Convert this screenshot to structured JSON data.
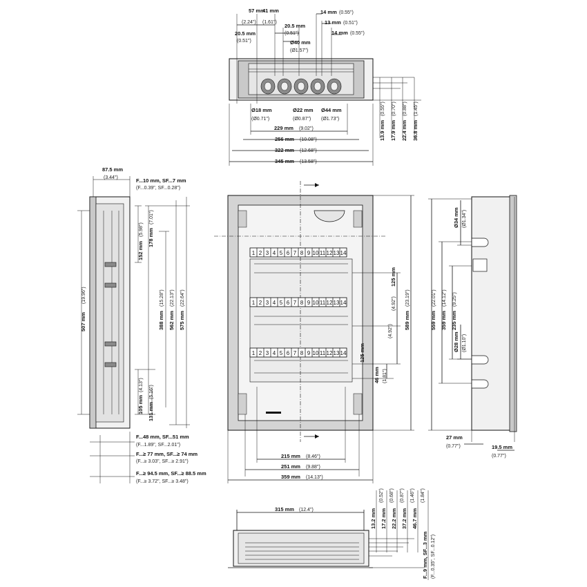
{
  "top_view": {
    "dims": [
      {
        "mm": "57 mm",
        "inch": "(2.24\")"
      },
      {
        "mm": "41 mm",
        "inch": "(1.61\")"
      },
      {
        "mm": "20.5 mm",
        "inch": "(0.51\")"
      },
      {
        "mm": "20.5 mm",
        "inch": "(0.51\")"
      },
      {
        "mm": "14 mm",
        "inch": "(0.55\")"
      },
      {
        "mm": "13 mm",
        "inch": "(0.51\")"
      },
      {
        "mm": "14 mm",
        "inch": "(0.55\")"
      },
      {
        "mm": "Ø40 mm",
        "inch": "(Ø1.57\")"
      },
      {
        "mm": "Ø18 mm",
        "inch": "(Ø0.71\")"
      },
      {
        "mm": "Ø22 mm",
        "inch": "(Ø0.87\")"
      },
      {
        "mm": "Ø44 mm",
        "inch": "(Ø1.73\")"
      },
      {
        "mm": "229 mm",
        "inch": "(9.02\")"
      },
      {
        "mm": "256 mm",
        "inch": "(10.08\")"
      },
      {
        "mm": "322 mm",
        "inch": "(12.68\")"
      },
      {
        "mm": "345 mm",
        "inch": "(13.58\")"
      }
    ],
    "depths": [
      {
        "mm": "13.9 mm",
        "inch": "(0.55\")"
      },
      {
        "mm": "17.9 mm",
        "inch": "(0.70\")"
      },
      {
        "mm": "22.4 mm",
        "inch": "(0.88\")"
      },
      {
        "mm": "36.8 mm",
        "inch": "(1.45\")"
      }
    ]
  },
  "side_view": {
    "top_dims": [
      {
        "mm": "87.5 mm",
        "inch": "(3.44\")"
      },
      {
        "mm": "F...10 mm, SF...7 mm",
        "inch": "(F...0.39\", SF...0.28\")"
      }
    ],
    "vertical": [
      {
        "mm": "507 mm",
        "inch": "(19.96\")"
      },
      {
        "mm": "152 mm",
        "inch": "(5.98\")"
      },
      {
        "mm": "178 mm",
        "inch": "(7.01\")"
      },
      {
        "mm": "388 mm",
        "inch": "(15.28\")"
      },
      {
        "mm": "562 mm",
        "inch": "(22.13\")"
      },
      {
        "mm": "575 mm",
        "inch": "(22.64\")"
      },
      {
        "mm": "105 mm",
        "inch": "(4.13\")"
      },
      {
        "mm": "131 mm",
        "inch": "(5.16\")"
      }
    ],
    "bottom_dims": [
      {
        "mm": "F...48 mm, SF...51 mm",
        "inch": "(F...1.89\", SF...2.01\")"
      },
      {
        "mm": "F...≥ 77 mm, SF...≥ 74 mm",
        "inch": "(F...≥ 3.03\", SF...≥ 2.91\")"
      },
      {
        "mm": "F...≥ 94.5 mm, SF...≥ 88.5 mm",
        "inch": "(F...≥ 3.72\", SF...≥ 3.48\")"
      }
    ]
  },
  "front_view": {
    "terminals": [
      "1",
      "2",
      "3",
      "4",
      "5",
      "6",
      "7",
      "8",
      "9",
      "10",
      "11",
      "12",
      "13",
      "14"
    ],
    "right_dims": [
      {
        "mm": "125 mm",
        "inch": "(4.92\")"
      },
      {
        "mm": "125 mm",
        "inch": "(4.92\")"
      },
      {
        "mm": "46 mm",
        "inch": "(1.81\")"
      },
      {
        "mm": "589 mm",
        "inch": "(23.19\")"
      }
    ],
    "bottom_dims": [
      {
        "mm": "215 mm",
        "inch": "(8.46\")"
      },
      {
        "mm": "251 mm",
        "inch": "(9.88\")"
      },
      {
        "mm": "359 mm",
        "inch": "(14.13\")"
      }
    ]
  },
  "right_view": {
    "vertical": [
      {
        "mm": "559 mm",
        "inch": "(22.01\")"
      },
      {
        "mm": "359 mm",
        "inch": "(14.12\")"
      },
      {
        "mm": "235 mm",
        "inch": "(9.25\")"
      },
      {
        "mm": "Ø34 mm",
        "inch": "(Ø1.34\")"
      },
      {
        "mm": "Ø28 mm",
        "inch": "(Ø1.10\")"
      }
    ],
    "bottom": [
      {
        "mm": "27 mm",
        "inch": "(0.77\")"
      },
      {
        "mm": "19.5 mm",
        "inch": "(0.77\")"
      }
    ]
  },
  "bottom_view": {
    "width": {
      "mm": "315 mm",
      "inch": "(12.4\")"
    },
    "depths": [
      {
        "mm": "13.2 mm",
        "inch": "(0.52\")"
      },
      {
        "mm": "17.2 mm",
        "inch": "(0.68\")"
      },
      {
        "mm": "22.2 mm",
        "inch": "(0.87\")"
      },
      {
        "mm": "37.2 mm",
        "inch": "(1.46\")"
      },
      {
        "mm": "46.7 mm",
        "inch": "(1.84\")"
      },
      {
        "mm": "F...9 mm, SF...3 mm",
        "inch": "(F...0.35\", SF...0.12\")"
      }
    ]
  }
}
